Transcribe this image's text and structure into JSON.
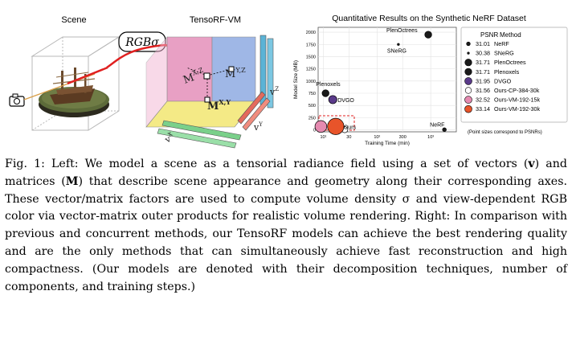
{
  "figure": {
    "left": {
      "scene_title": "Scene",
      "tensorf_title": "TensoRF-VM",
      "rgb_sigma_label": "RGBσ",
      "matrix_labels": {
        "xy": "M",
        "xy_sup": "X,Y",
        "xz": "M",
        "xz_sup": "X,Z",
        "yz": "M",
        "yz_sup": "Y,Z"
      },
      "vector_labels": {
        "x": "v",
        "x_sup": "X",
        "y": "v",
        "y_sup": "Y",
        "z": "v",
        "z_sup": "Z"
      },
      "camera_icon": "camera-icon"
    },
    "chart_data": {
      "type": "scatter",
      "title": "Quantitative Results on the Synthetic NeRF Dataset",
      "xlabel": "Training Time (min)",
      "ylabel": "Model Size (MB)",
      "x_scale": "log",
      "xlim": [
        8,
        3000
      ],
      "ylim": [
        -40,
        2100
      ],
      "x_ticks": [
        {
          "value": 10,
          "label": "10¹"
        },
        {
          "value": 30,
          "label": "30"
        },
        {
          "value": 100,
          "label": "10²"
        },
        {
          "value": 300,
          "label": "300"
        },
        {
          "value": 1000,
          "label": "10³"
        }
      ],
      "y_ticks": [
        0,
        250,
        500,
        750,
        1000,
        1250,
        1500,
        1750,
        2000
      ],
      "grid": true,
      "legend": {
        "placement": "right",
        "header_psnr": "PSNR",
        "header_method": "Method",
        "note": "(Point sizes correspond to PSNRs)"
      },
      "series": [
        {
          "name": "NeRF",
          "psnr": "31.01",
          "x": 1800,
          "y": 5,
          "label": "NeRF",
          "color": "#1a1a1a"
        },
        {
          "name": "SNeRG",
          "psnr": "30.38",
          "x": 250,
          "y": 1750,
          "label": "SNeRG",
          "color": "#1a1a1a"
        },
        {
          "name": "PlenOctrees",
          "psnr": "31.71",
          "x": 900,
          "y": 1950,
          "label": "PlenOctrees",
          "color": "#1a1a1a"
        },
        {
          "name": "Plenoxels",
          "psnr": "31.71",
          "x": 11,
          "y": 750,
          "label": "Plenoxels",
          "color": "#1a1a1a"
        },
        {
          "name": "DVGO",
          "psnr": "31.95",
          "x": 15,
          "y": 620,
          "label": "DVGO",
          "color": "#5a3a8a"
        },
        {
          "name": "Ours-CP-384-30k",
          "psnr": "31.56",
          "x": 25,
          "y": 4,
          "label": "",
          "color": "#ffffff"
        },
        {
          "name": "Ours-VM-192-15k",
          "psnr": "32.52",
          "x": 9,
          "y": 70,
          "label": "",
          "color": "#e58ab0"
        },
        {
          "name": "Ours-VM-192-30k",
          "psnr": "33.14",
          "x": 17,
          "y": 70,
          "label": "Ours",
          "color": "#e8542a"
        }
      ]
    }
  },
  "caption": {
    "fig_label": "Fig. 1:",
    "text_1": " Left: We model a scene as a tensorial radiance field using a set of vectors (",
    "v_bold": "v",
    "text_2": ") and matrices (",
    "m_bold": "M",
    "text_3": ") that describe scene appearance and geometry along their corresponding axes. These vector/matrix factors are used to compute volume density σ and view-dependent RGB color via vector-matrix outer products for realistic volume rendering. Right: In comparison with previous and concurrent methods, our TensoRF models can achieve the best rendering quality and are the only methods that can simultaneously achieve fast reconstruction and high compactness. (Our models are denoted with their decomposition techniques, number of components, and training steps.)"
  }
}
